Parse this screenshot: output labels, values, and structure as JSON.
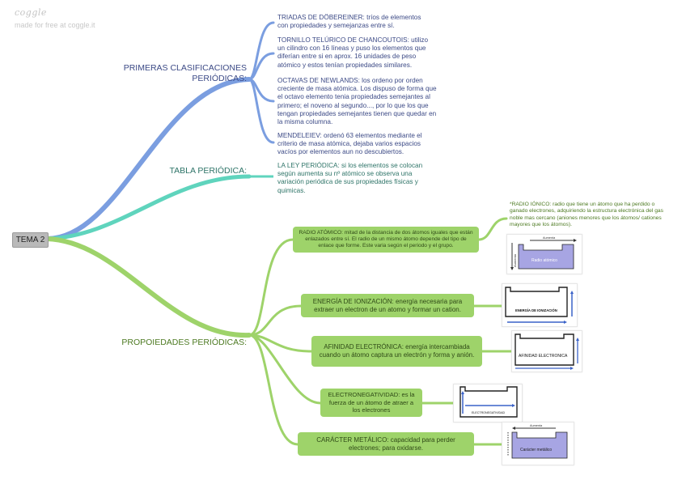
{
  "brand": {
    "logo": "coggle",
    "tagline": "made for free at coggle.it"
  },
  "root": {
    "label": "TEMA 2"
  },
  "branches": {
    "primeras": {
      "label": "PRIMERAS CLASIFICACIONES PERIÓDICAS:",
      "children": [
        "TRIADAS DE DÖBEREINER: tríos de elementos con propiedades y semejanzas entre sí.",
        "TORNILLO TELÚRICO DE CHANCOUTOIS: utilizo un cilindro con 16 líneas y puso los elementos que diferían entre si en aprox. 16 unidades de peso atómico y estos tenían propiedades similares.",
        "OCTAVAS DE NEWLANDS: los ordeno por orden creciente de masa atómica. Los dispuso de forma que el octavo elemento tenia propiedades semejantes al primero; el noveno al segundo..., por lo que los que tengan propiedades semejantes tienen que quedar en la misma columna.",
        "MENDELEIEV: ordenó 63 elementos mediante el criterio de masa atómica, dejaba varios espacios vacíos por elementos aun no descubiertos."
      ]
    },
    "tabla": {
      "label": "TABLA PERIÓDICA:",
      "children": [
        "LA LEY PERIÓDICA: si los elementos se colocan según aumenta su nº atómico se observa una variación periódica de sus propiedades físicas y quimicas."
      ]
    },
    "propiedades": {
      "label": "PROPOIEDADES PERIÓDICAS:",
      "children": [
        "RADIO ATÓMICO: mitad de la distancia de dos átomos iguales que están enlazados entre sí. El radio de un mismo átomo depende del tipo de enlace que forme. Este varia según el periodo y el grupo.",
        "ENERGÍA DE IONIZACIÓN: energía necesaria para extraer un electron de un atomo y formar un cation.",
        "AFINIDAD ELECTRÓNICA: energía intercambiada cuando un átomo captura un electrón y forma y anión.",
        "ELECTRONEGATIVIDAD: es la fuerza de un átomo de atraer a los electrones",
        "CARÁCTER METÁLICO: capacidad para perder electrones; para oxidarse."
      ],
      "radio_ionico_note": "*RADIO IÓNICO: radio que tiene un átomo que ha perdido o ganado electrones, adquiriendo la estructura electrónica del gas noble mas cercano (aniones menores que los átomos/ cationes mayores que los átomos)."
    }
  },
  "thumbnails": {
    "radio": {
      "top_label": "Aumenta",
      "side_label": "Aumenta",
      "inner_label": "Radio atómico"
    },
    "energia": {
      "inner_label": "ENERGÍA DE IONIZACIÓN"
    },
    "afinidad": {
      "inner_label": "AFINIDAD ELECTRONICA"
    },
    "electroneg": {
      "inner_label": "ELECTRONEGATIVIDAD"
    },
    "metalico": {
      "top_label": "Aumenta",
      "inner_label": "Carácter metálico"
    }
  },
  "colors": {
    "blue_branch": "#7b9ee0",
    "teal_branch": "#5fd4bd",
    "green_branch": "#9ed36a",
    "blue_text": "#3c4a86",
    "teal_text": "#2e7468",
    "green_text": "#4d7a22",
    "table_fill": "#a7a5e3",
    "arrow_blue": "#3a62c8"
  }
}
